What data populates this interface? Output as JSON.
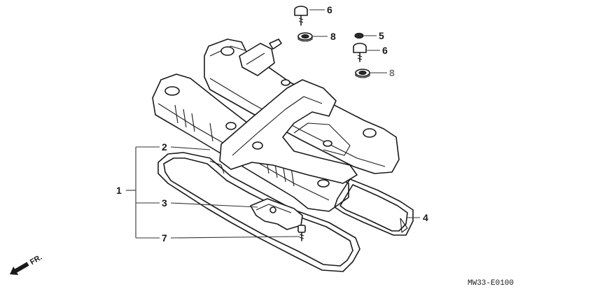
{
  "callouts": [
    {
      "id": "1",
      "text": "1"
    },
    {
      "id": "2",
      "text": "2"
    },
    {
      "id": "3",
      "text": "3"
    },
    {
      "id": "4",
      "text": "4"
    },
    {
      "id": "5",
      "text": "5"
    },
    {
      "id": "6a",
      "text": "6"
    },
    {
      "id": "6b",
      "text": "6"
    },
    {
      "id": "7",
      "text": "7"
    },
    {
      "id": "8a",
      "text": "8"
    },
    {
      "id": "8b",
      "text": "8"
    }
  ],
  "direction_label": "FR.",
  "diagram_code": "MW33-E0100",
  "colors": {
    "line": "#1a1a1a",
    "background": "#ffffff",
    "muted_label": "#777777"
  }
}
